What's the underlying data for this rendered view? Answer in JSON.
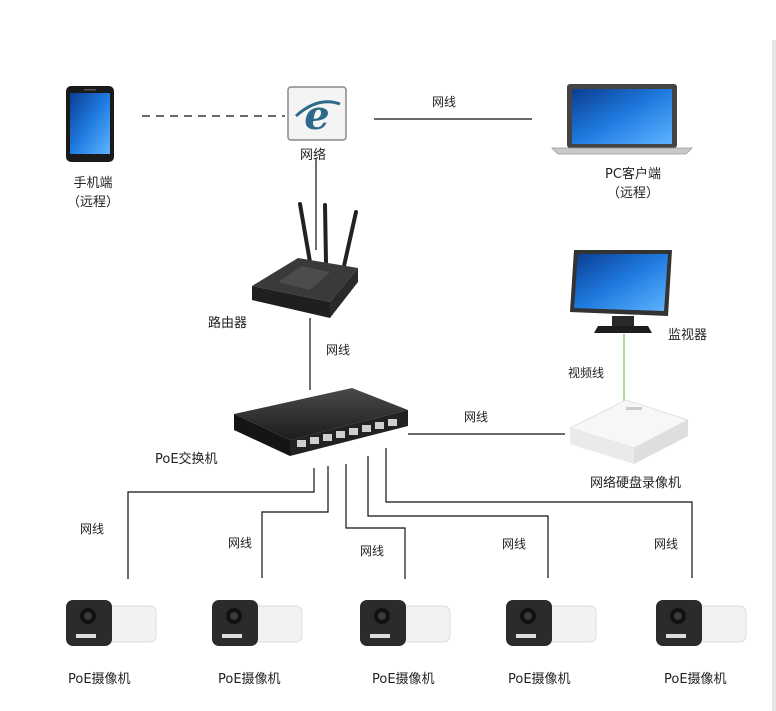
{
  "nodes": {
    "phone": {
      "label_line1": "手机端",
      "label_line2": "（远程）"
    },
    "internet": {
      "label": "网络"
    },
    "pc": {
      "label_line1": "PC客户端",
      "label_line2": "（远程）"
    },
    "router": {
      "label": "路由器"
    },
    "monitor": {
      "label": "监视器"
    },
    "switch": {
      "label": "PoE交换机"
    },
    "nvr": {
      "label": "网络硬盘录像机"
    },
    "cameras": [
      {
        "label": "PoE摄像机"
      },
      {
        "label": "PoE摄像机"
      },
      {
        "label": "PoE摄像机"
      },
      {
        "label": "PoE摄像机"
      },
      {
        "label": "PoE摄像机"
      }
    ]
  },
  "edges": {
    "internet_pc": "网线",
    "router_switch": "网线",
    "switch_nvr": "网线",
    "nvr_monitor": "视频线",
    "switch_cameras": [
      "网线",
      "网线",
      "网线",
      "网线",
      "网线"
    ]
  },
  "colors": {
    "line": "#111111",
    "video_line": "#8fd16a",
    "screen_blue": "#1f6fd6",
    "device_dark": "#2b2b2b"
  }
}
